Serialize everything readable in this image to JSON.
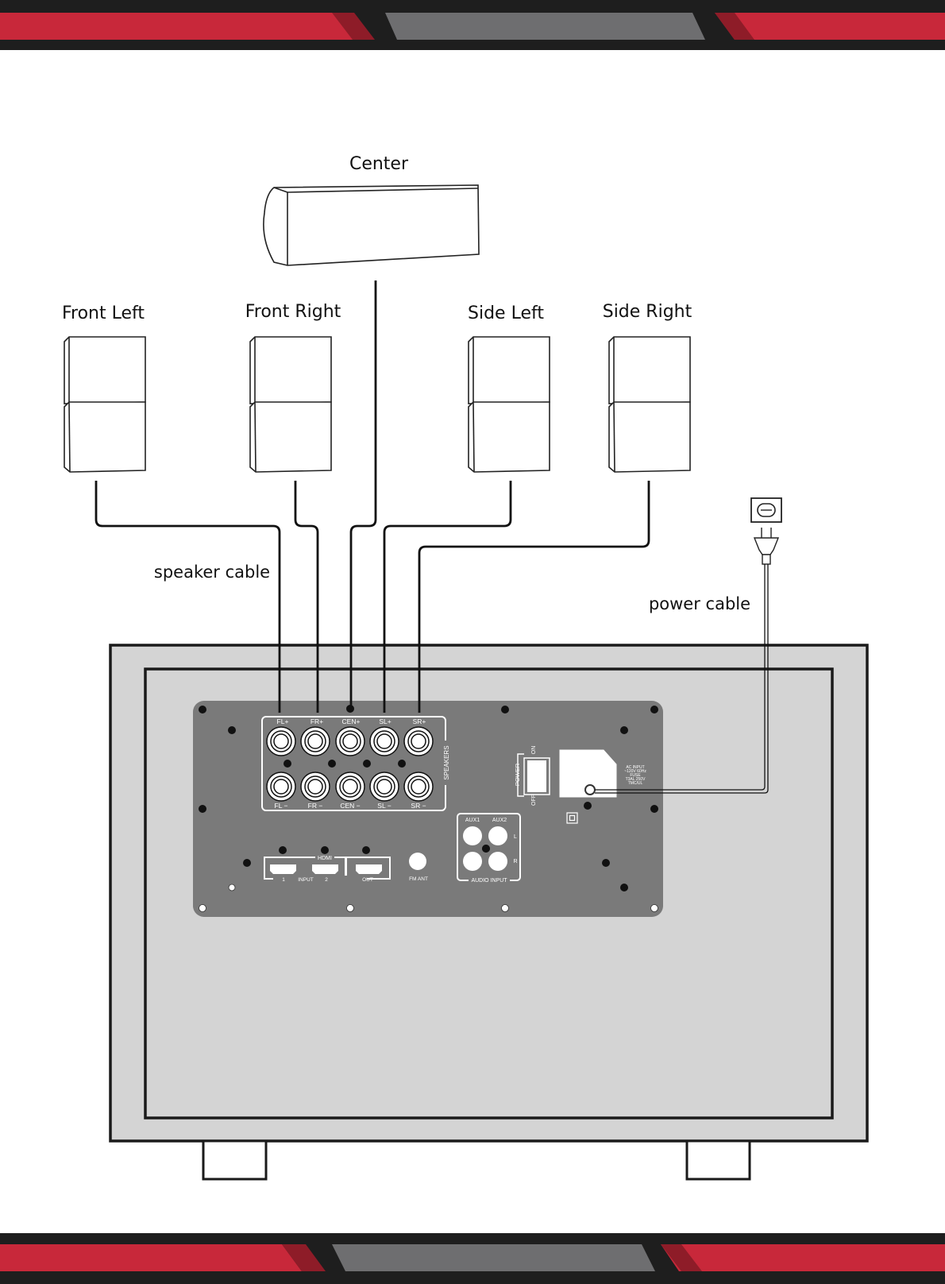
{
  "speakers": [
    {
      "id": "center",
      "label": "Center"
    },
    {
      "id": "front-left",
      "label": "Front Left"
    },
    {
      "id": "front-right",
      "label": "Front Right"
    },
    {
      "id": "side-left",
      "label": "Side Left"
    },
    {
      "id": "side-right",
      "label": "Side Right"
    }
  ],
  "cables": {
    "speaker": "speaker cable",
    "power": "power cable"
  },
  "panel": {
    "speakers_label": "SPEAKERS",
    "terminals_top": [
      "FL+",
      "FR+",
      "CEN+",
      "SL+",
      "SR+"
    ],
    "terminals_bottom": [
      "FL −",
      "FR −",
      "CEN −",
      "SL −",
      "SR −"
    ],
    "power_label": "POWER",
    "on_label": "ON",
    "off_label": "OFF",
    "ac_input": [
      "AC INPUT",
      "~120V 60Hz",
      "FUSE",
      "T3AL 250V",
      "TMC/UL"
    ],
    "hdmi_label": "HDMI",
    "hdmi_input_num1": "1",
    "hdmi_input_label": "INPUT",
    "hdmi_input_num2": "2",
    "hdmi_out_label": "OUT",
    "fm_label": "FM ANT",
    "aux1_label": "AUX1",
    "aux2_label": "AUX2",
    "l_label": "L",
    "r_label": "R",
    "audio_input_label": "AUDIO INPUT"
  },
  "colors": {
    "brand_red": "#c8283a",
    "band_gray": "#6e6e70",
    "band_black": "#1e1e1e",
    "panel_gray": "#7a7a7a",
    "cabinet_gray": "#d4d4d4"
  }
}
